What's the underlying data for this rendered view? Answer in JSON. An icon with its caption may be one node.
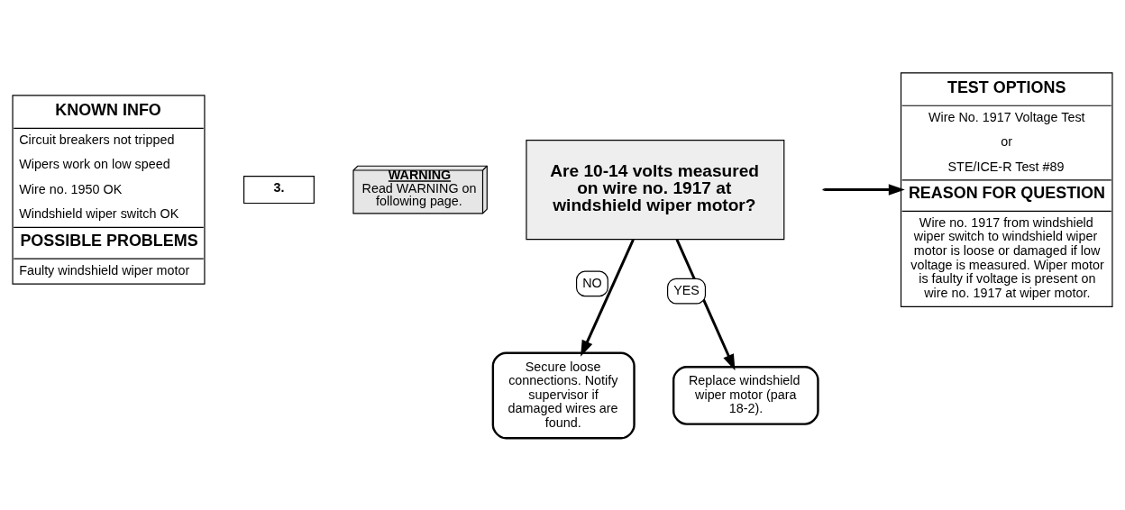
{
  "diagram": {
    "nodes": [
      {
        "text": [
          "KNOWN INFO",
          "Circuit breakers not tripped",
          "Wipers work on low speed",
          "Wire no. 1950 OK",
          "Windshield wiper switch OK",
          "POSSIBLE PROBLEMS",
          "Faulty windshield wiper motor"
        ]
      },
      {
        "text": [
          "3."
        ]
      },
      {
        "text": [
          "WARNING",
          "Read WARNING on following page."
        ]
      },
      {
        "text": [
          "Are 10-14 volts measured on wire no. 1917 at windshield wiper motor?"
        ]
      },
      {
        "text": [
          "Secure loose connections. Notify supervisor if damaged wires are found."
        ]
      },
      {
        "text": [
          "Replace windshield wiper motor (para 18-2)."
        ]
      },
      {
        "text": [
          "TEST OPTIONS",
          "Wire No. 1917 Voltage Test",
          "or",
          "STE/ICE-R Test #89",
          "REASON FOR QUESTION",
          "Wire no. 1917 from windshield wiper switch to windshield wiper motor is loose or damaged if low voltage is measured. Wiper motor is faulty if voltage is present on wire no. 1917 at wiper motor."
        ]
      }
    ],
    "edges": [
      {
        "from": 3,
        "to": 4,
        "arrow": "to",
        "label": "NO"
      },
      {
        "from": 3,
        "to": 5,
        "arrow": "to",
        "label": "YES"
      },
      {
        "from": null,
        "to": 6,
        "arrow": "to"
      }
    ]
  }
}
